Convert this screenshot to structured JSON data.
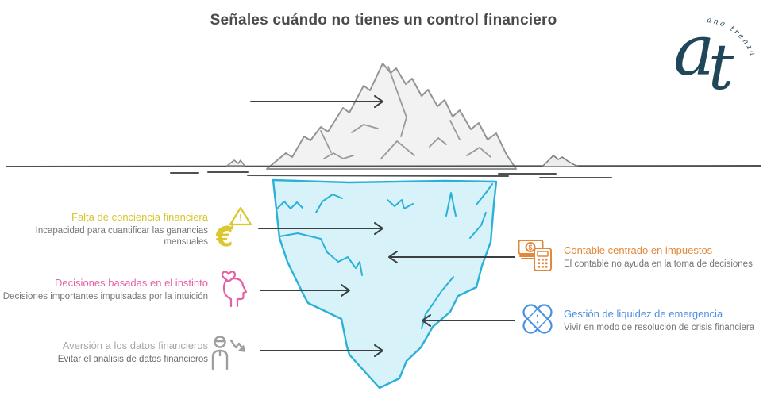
{
  "title": "Señales cuándo no tienes un control financiero",
  "logo": {
    "monogram_a": "a",
    "monogram_t": "t",
    "arc_text": "ana trenza",
    "color": "#1f4659"
  },
  "diagram": {
    "type": "iceberg-infographic",
    "above_water_color": "#f2f2f2",
    "below_water_color": "#d8f2f9",
    "below_water_outline": "#2ab1d8",
    "waterline_color": "#4e5254",
    "arrow_color": "#3b4043"
  },
  "left_items": [
    {
      "title": "Falta de conciencia financiera",
      "description": "Incapacidad para cuantificar las ganancias mensuales",
      "color": "#d6c52e",
      "icon": "euro-warning-icon"
    },
    {
      "title": "Decisiones basadas en el instinto",
      "description": "Decisiones importantes impulsadas por la intuición",
      "color": "#e660a8",
      "icon": "head-heart-icon"
    },
    {
      "title": "Aversión a los datos financieros",
      "description": "Evitar el análisis de datos financieros",
      "color": "#a6a6a6",
      "icon": "person-decline-icon"
    }
  ],
  "right_items": [
    {
      "title": "Contable centrado en impuestos",
      "description": "El contable no ayuda en la toma de decisiones",
      "color": "#e2883b",
      "icon": "money-calculator-icon"
    },
    {
      "title": "Gestión de liquidez de emergencia",
      "description": "Vivir en modo de resolución de crisis financiera",
      "color": "#4a90e2",
      "icon": "bandage-icon"
    }
  ],
  "icon_glyphs": {
    "exclamation": "!",
    "dollar": "$",
    "euro": "€"
  }
}
